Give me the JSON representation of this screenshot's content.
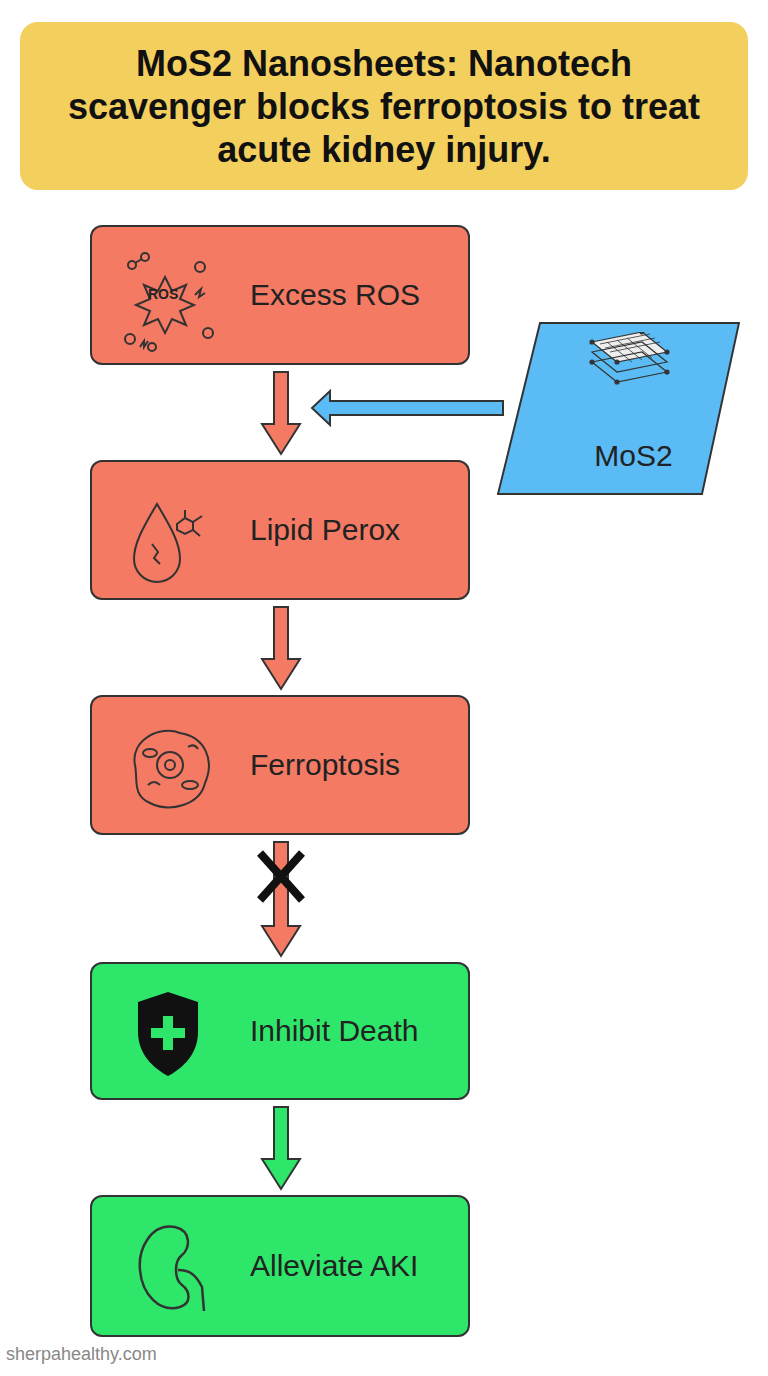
{
  "diagram": {
    "title": "MoS2 Nanosheets: Nanotech scavenger blocks ferroptosis to treat acute kidney injury.",
    "nodes": [
      {
        "text": [
          "Excess ROS"
        ]
      },
      {
        "text": [
          "Lipid Perox"
        ]
      },
      {
        "text": [
          "Ferroptosis"
        ]
      },
      {
        "text": [
          "Inhibit Death"
        ]
      },
      {
        "text": [
          "Alleviate AKI"
        ]
      },
      {
        "text": [
          "MoS2"
        ]
      }
    ],
    "edges": [
      {
        "from": 0,
        "to": 1,
        "arrow": "to"
      },
      {
        "from": 1,
        "to": 2,
        "arrow": "to"
      },
      {
        "from": 2,
        "to": 3,
        "arrow": "to"
      },
      {
        "from": 3,
        "to": 4,
        "arrow": "to"
      }
    ],
    "labels": [
      "ROS",
      "sherpahealthy.com"
    ]
  }
}
